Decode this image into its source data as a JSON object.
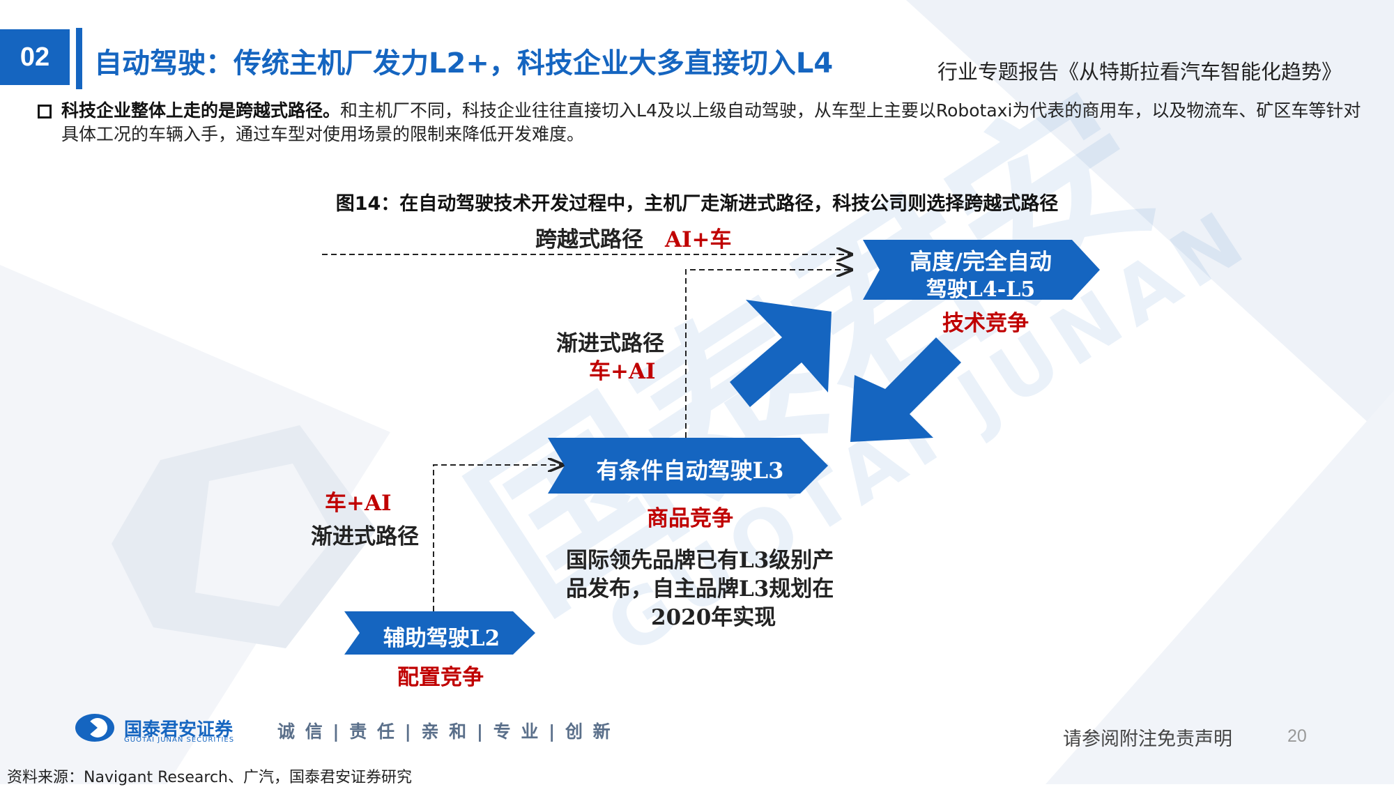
{
  "header": {
    "section_number": "02",
    "title": "自动驾驶：传统主机厂发力L2+，科技企业大多直接切入L4",
    "report_title": "行业专题报告《从特斯拉看汽车智能化趋势》"
  },
  "bullet": {
    "lead": "科技企业整体上走的是跨越式路径。",
    "text": "和主机厂不同，科技企业往往直接切入L4及以上级自动驾驶，从车型上主要以Robotaxi为代表的商用车，以及物流车、矿区车等针对具体工况的车辆入手，通过车型对使用场景的限制来降低开发难度。"
  },
  "figure": {
    "title": "图14：在自动驾驶技术开发过程中，主机厂走渐进式路径，科技公司则选择跨越式路径",
    "leap_path_label": "跨越式路径",
    "leap_path_sub": "AI+车",
    "gradual_path_upper_label": "渐进式路径",
    "gradual_path_upper_sub": "车+AI",
    "gradual_path_lower_label": "渐进式路径",
    "gradual_path_lower_sub": "车+AI",
    "l45_box_line1": "高度/完全自动",
    "l45_box_line2": "驾驶L4-L5",
    "l45_competition": "技术竞争",
    "l3_box": "有条件自动驾驶L3",
    "l3_competition": "商品竞争",
    "l3_note_line1": "国际领先品牌已有L3级别产",
    "l3_note_line2": "品发布，自主品牌L3规划在",
    "l3_note_line3": "2020年实现",
    "l2_box": "辅助驾驶L2",
    "l2_competition": "配置竞争"
  },
  "watermark": {
    "cn": "国泰君安",
    "en": "GUOTAI JUNAN"
  },
  "footer": {
    "logo_text": "国泰君安证券",
    "logo_sub": "GUOTAI JUNAN SECURITIES",
    "slogan": "诚 信 | 责 任 | 亲 和 | 专 业 | 创 新",
    "disclaimer": "请参阅附注免责声明",
    "page_number": "20",
    "source": "资料来源：Navigant Research、广汽，国泰君安证券研究"
  },
  "colors": {
    "brand_blue": "#1565c0",
    "red_label": "#c00000"
  }
}
